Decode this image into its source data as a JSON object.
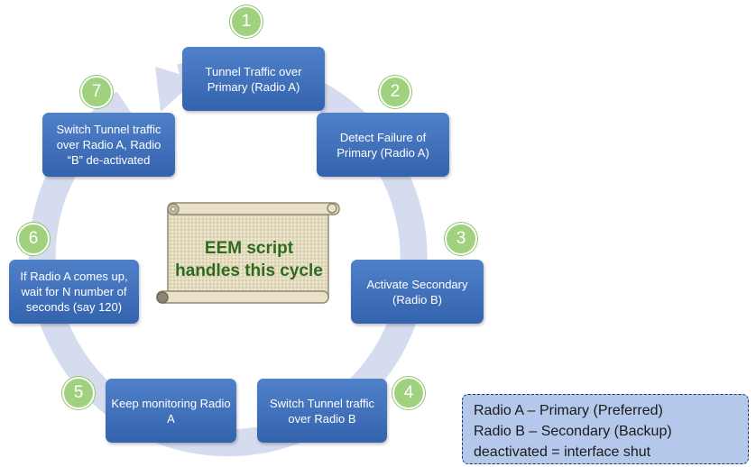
{
  "steps": [
    {
      "number": "1",
      "text": "Tunnel Traffic over Primary (Radio A)"
    },
    {
      "number": "2",
      "text": "Detect Failure of Primary (Radio A)"
    },
    {
      "number": "3",
      "text": "Activate Secondary (Radio B)"
    },
    {
      "number": "4",
      "text": "Switch Tunnel traffic over Radio B"
    },
    {
      "number": "5",
      "text": "Keep monitoring Radio A"
    },
    {
      "number": "6",
      "text": "If Radio A comes up, wait for N number of seconds (say 120)"
    },
    {
      "number": "7",
      "text": "Switch Tunnel traffic over Radio A, Radio “B” de-activated"
    }
  ],
  "center_note": "EEM script handles this cycle",
  "legend": [
    "Radio A – Primary (Preferred)",
    "Radio B – Secondary (Backup)",
    "deactivated = interface shut"
  ],
  "colors": {
    "box_fill": "#4472c4",
    "number_badge": "#9fd17f",
    "cycle_ring": "#d5dcef",
    "scroll_text": "#2f6b1f",
    "legend_fill": "#b4c8ec"
  }
}
